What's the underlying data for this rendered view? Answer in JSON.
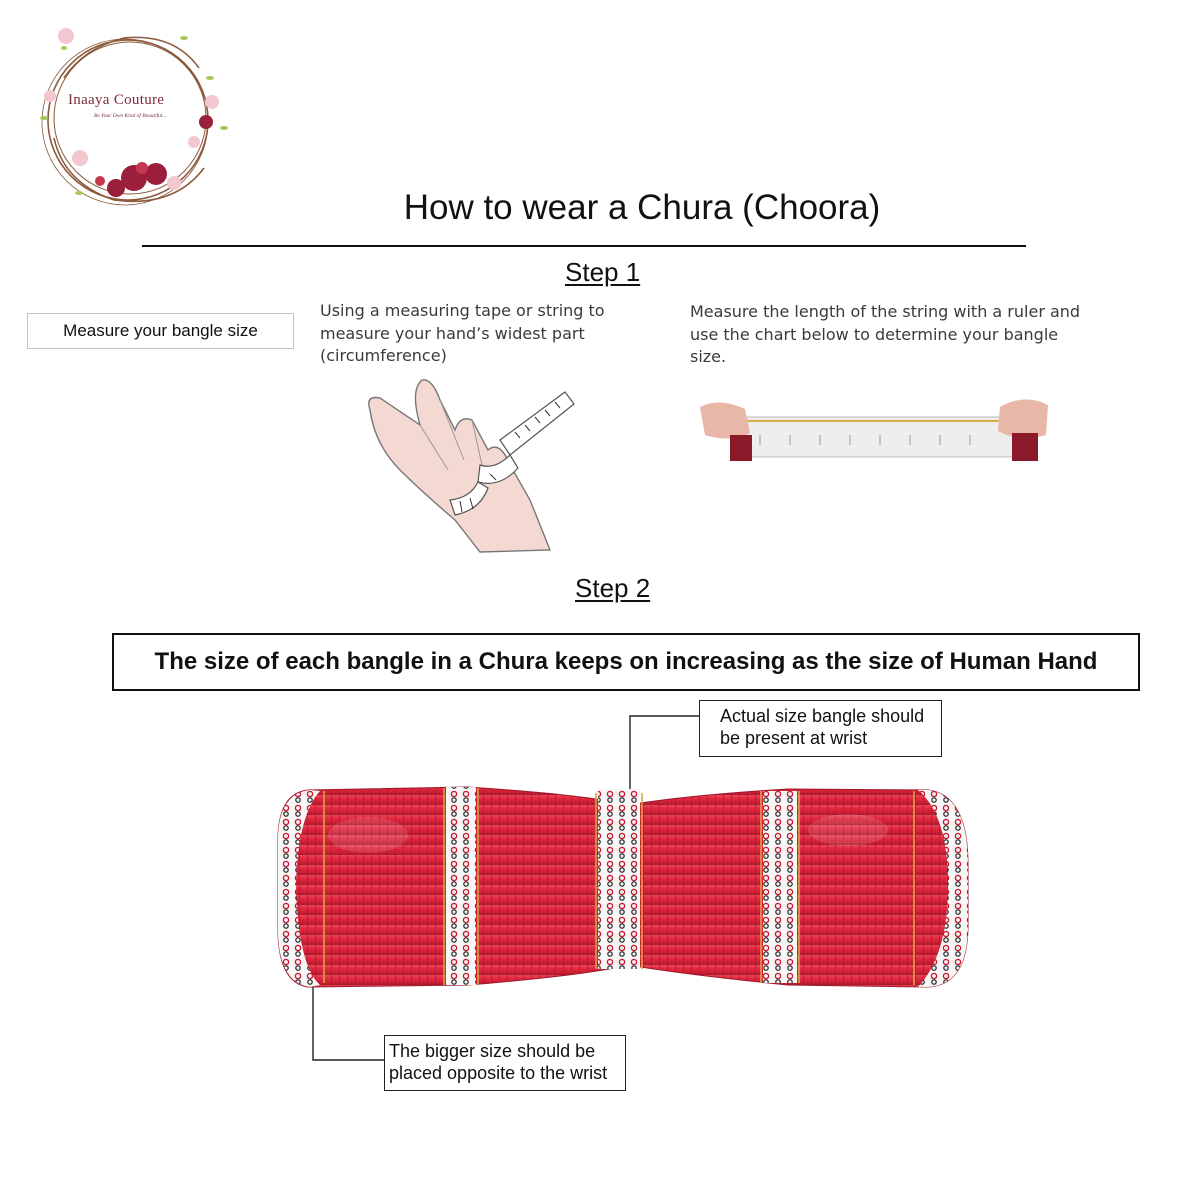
{
  "brand": {
    "name": "Inaaya Couture",
    "tagline": "Be Your Own Kind of Beautiful..."
  },
  "title": "How to wear a Chura (Choora)",
  "step1": {
    "heading": "Step 1",
    "box_label": "Measure your bangle size",
    "instruction_left": "Using a measuring tape or string to measure your hand’s widest part (circumference)",
    "instruction_right": "Measure the length of the string with a ruler and use the chart below to determine your bangle size."
  },
  "step2": {
    "heading": "Step 2",
    "headline": "The size of each bangle in a Chura keeps on increasing as the size of Human Hand",
    "callout_wrist": "Actual size bangle should be present at wrist",
    "callout_opposite": "The bigger size should be placed opposite to the wrist"
  },
  "colors": {
    "bangle_red": "#e0283f",
    "bangle_dark": "#b31a2e",
    "accent_gold": "#d9a441",
    "logo_text": "#7a2b3a"
  },
  "icons": [
    "floral-wreath-logo",
    "hand-measuring-tape-illustration",
    "ruler-string-photo",
    "chura-bangle-set-photo"
  ]
}
